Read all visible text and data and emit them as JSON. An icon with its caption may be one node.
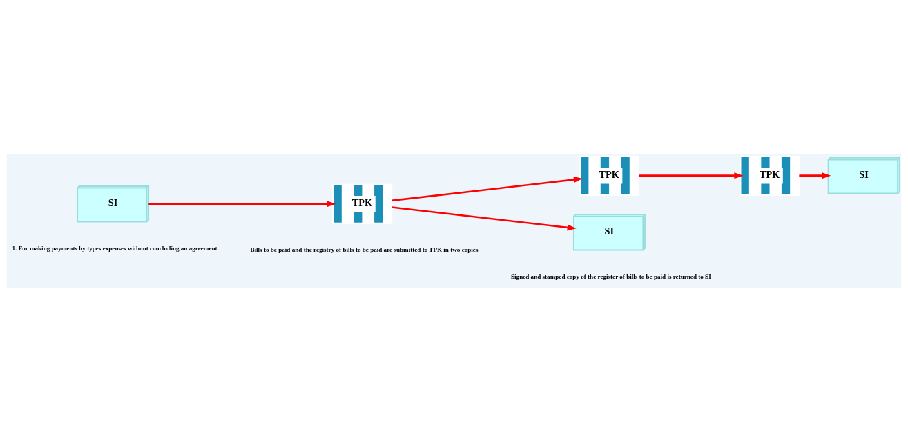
{
  "diagram": {
    "nodes": [
      {
        "text": [
          "SI"
        ],
        "beside": [
          "1. For making payments by types expenses without concluding an agreement"
        ]
      },
      {
        "text": [
          "TPK"
        ],
        "beside": [
          "Bills to be paid and the registry of bills to be paid are submitted to TPK in two copies"
        ]
      },
      {
        "text": [
          "TPK"
        ]
      },
      {
        "text": [
          "TPK"
        ]
      },
      {
        "text": [
          "SI"
        ],
        "beside": [
          "Signed and stamped copy of the register of bills to be paid is returned to SI"
        ]
      },
      {
        "text": [
          "SI"
        ]
      }
    ],
    "edges": [
      {
        "from": 0,
        "to": 1,
        "arrow": "to"
      },
      {
        "from": 1,
        "to": 2,
        "arrow": "to"
      },
      {
        "from": 1,
        "to": 4,
        "arrow": "to"
      },
      {
        "from": 2,
        "to": 3,
        "arrow": "to"
      },
      {
        "from": 3,
        "to": 5,
        "arrow": "to"
      }
    ]
  }
}
